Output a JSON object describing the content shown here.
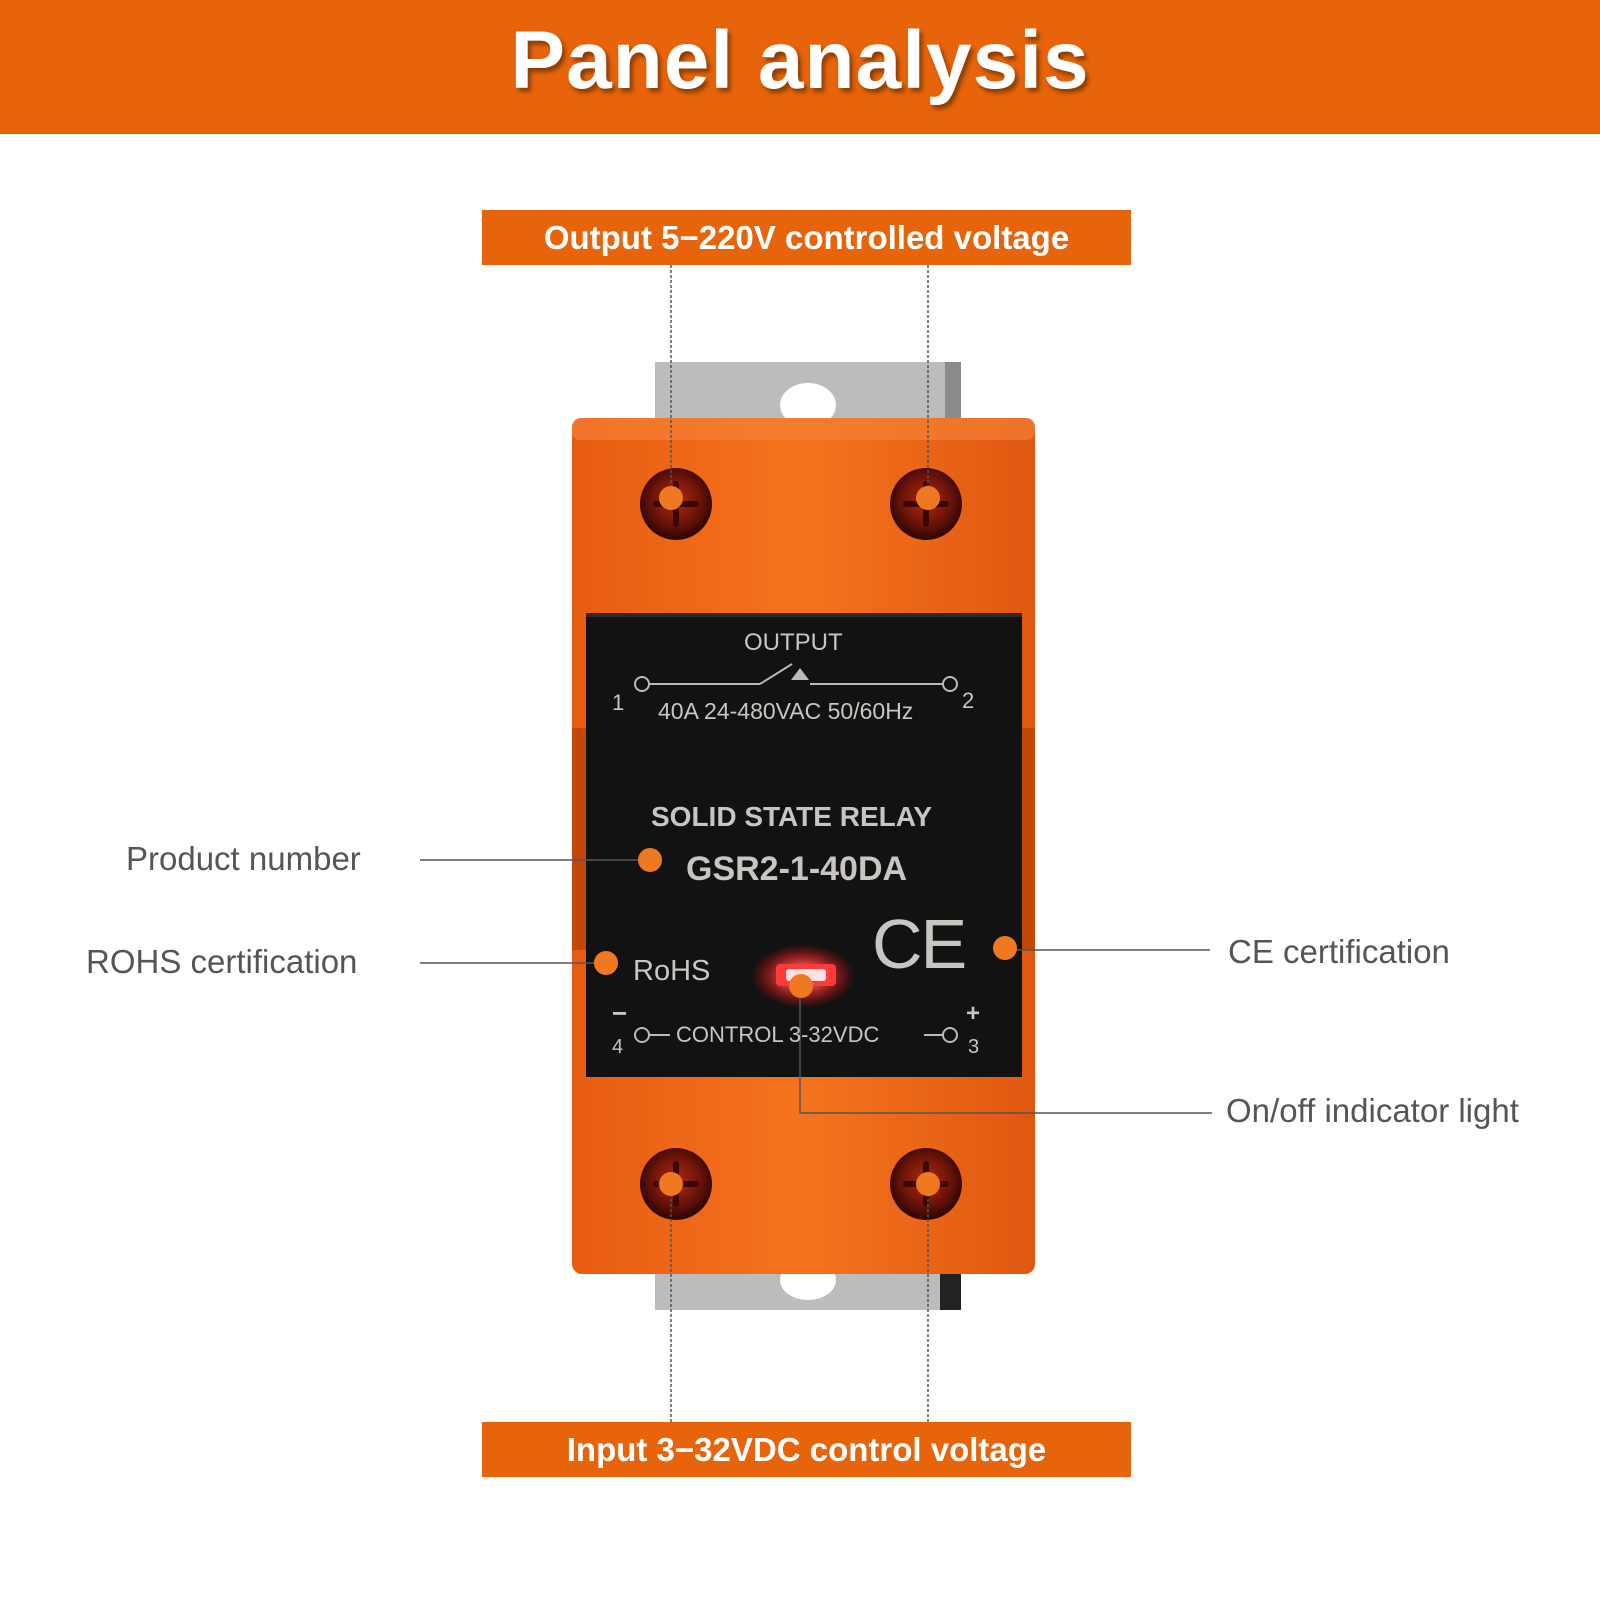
{
  "header": {
    "title": "Panel analysis"
  },
  "tags": {
    "output": "Output 5−220V controlled voltage",
    "input": "Input 3−32VDC control voltage"
  },
  "callouts": {
    "product_number": "Product number",
    "rohs": "ROHS certification",
    "ce": "CE certification",
    "indicator": "On/off indicator light"
  },
  "relay": {
    "output_label": "OUTPUT",
    "terminal_1": "1",
    "terminal_2": "2",
    "terminal_3": "3",
    "terminal_4": "4",
    "plus": "+",
    "minus": "−",
    "rating": "40A 24-480VAC 50/60Hz",
    "type": "SOLID STATE RELAY",
    "model": "GSR2-1-40DA",
    "rohs_mark": "RoHS",
    "ce_mark": "CE",
    "control": "CONTROL  3-32VDC"
  },
  "colors": {
    "brand_orange": "#e8640a",
    "housing_orange": "#f26a1b",
    "panel_black": "#121212",
    "callout_dot": "#f07820",
    "indicator_red": "#ff2020"
  }
}
